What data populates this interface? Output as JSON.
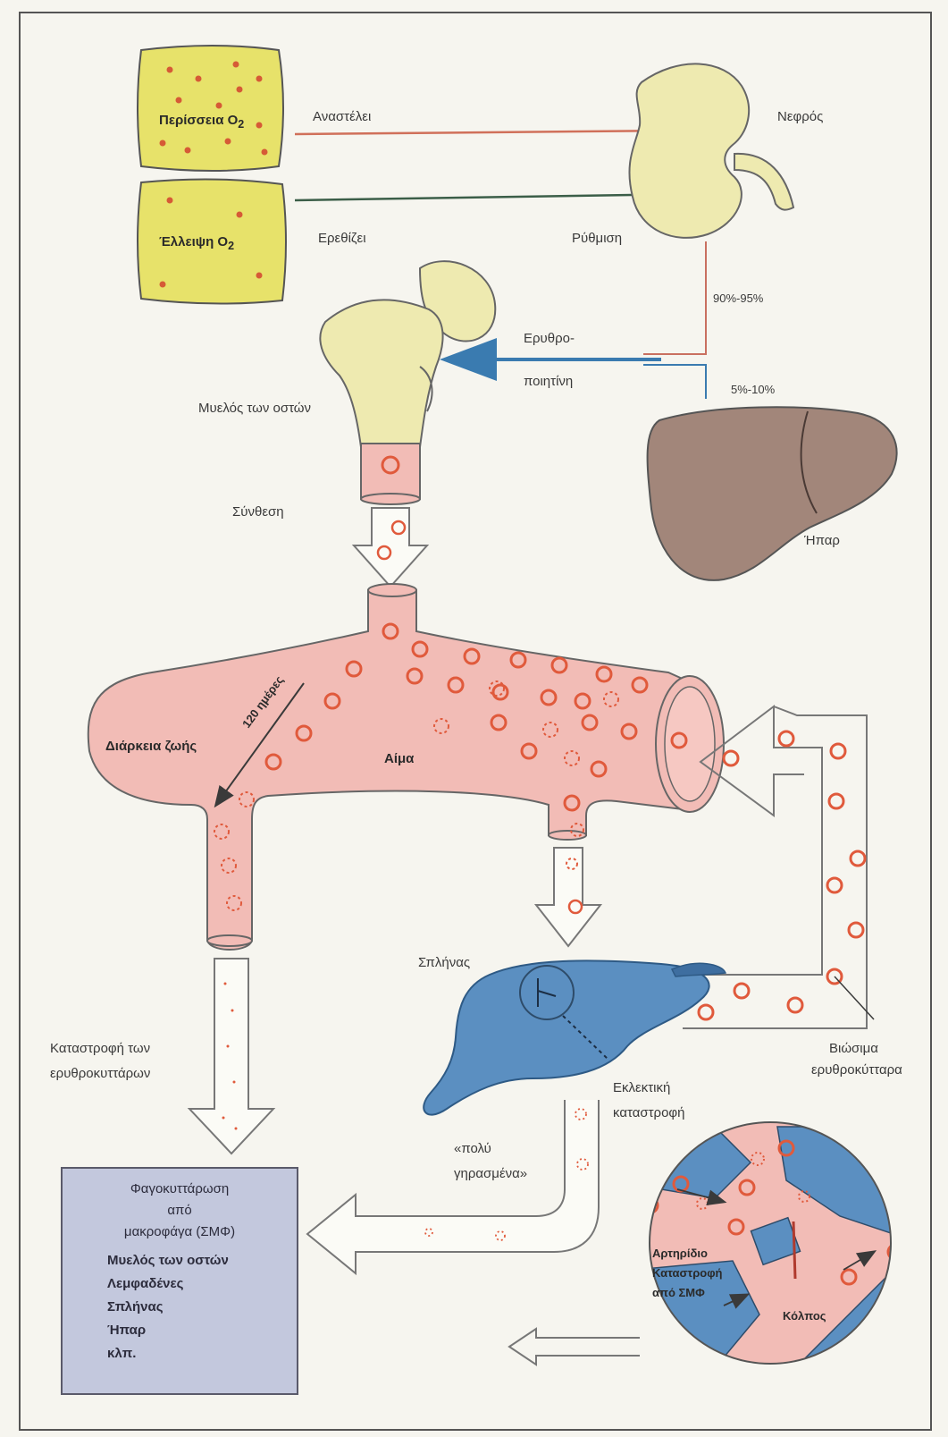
{
  "labels": {
    "excess_o2": "Περίσσεια O",
    "lack_o2": "Έλλειψη O",
    "o2_sub": "2",
    "inhibits": "Αναστέλει",
    "stimulates": "Ερεθίζει",
    "kidney": "Νεφρός",
    "regulation": "Ρύθμιση",
    "pct_kidney": "90%-95%",
    "pct_liver": "5%-10%",
    "epo_line1": "Ερυθρο-",
    "epo_line2": "ποιητίνη",
    "bone_marrow": "Μυελός των οστών",
    "liver": "Ήπαρ",
    "synthesis": "Σύνθεση",
    "lifespan": "Διάρκεια ζωής",
    "days": "120 ημέρες",
    "blood": "Αίμα",
    "spleen": "Σπλήνας",
    "destruction_line1": "Καταστροφή των",
    "destruction_line2": "ερυθροκυττάρων",
    "viable_line1": "Βιώσιμα",
    "viable_line2": "ερυθροκύτταρα",
    "selective_line1": "Εκλεκτική",
    "selective_line2": "καταστροφή",
    "aged_line1": "«πολύ",
    "aged_line2": "γηρασμένα»",
    "arteriole": "Αρτηρίδιο",
    "destruction_by": "Καταστροφή",
    "by_smf": "από ΣΜΦ",
    "sinus": "Κόλπος"
  },
  "phagocytosis": {
    "title_line1": "Φαγοκυττάρωση",
    "title_line2": "από",
    "title_line3": "μακροφάγα (ΣΜΦ)",
    "sites": [
      "Μυελός των οστών",
      "Λεμφαδένες",
      "Σπλήνας",
      "Ήπαρ",
      "κλπ."
    ]
  },
  "colors": {
    "inhibit_arrow": "#d0705a",
    "stimulate_arrow": "#3b5e48",
    "epo_arrow": "#3a7bb0",
    "blood_vessel": "#f2bcb6",
    "rbc": "#e05a3c",
    "spleen": "#5b8fc1",
    "liver": "#a2867a",
    "bone": "#eeeab0",
    "o2_box": "#e7e26a"
  }
}
